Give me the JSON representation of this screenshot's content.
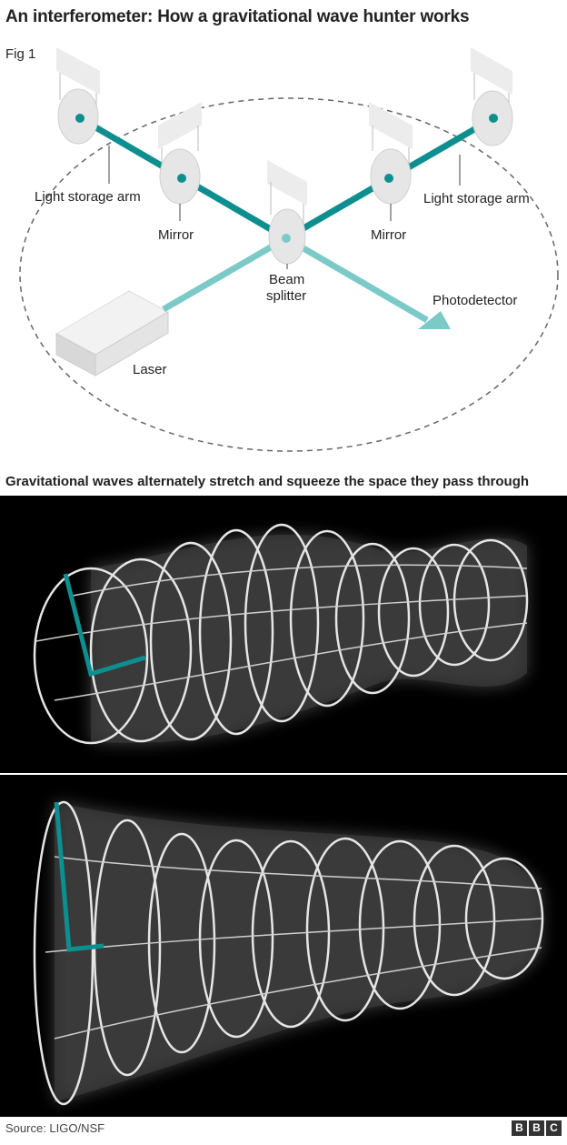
{
  "title": "An interferometer: How a gravitational wave hunter works",
  "fig_label": "Fig 1",
  "labels": {
    "light_storage_arm_left": "Light storage arm",
    "light_storage_arm_right": "Light storage arm",
    "mirror_left": "Mirror",
    "mirror_right": "Mirror",
    "beam_splitter_line1": "Beam",
    "beam_splitter_line2": "splitter",
    "photodetector": "Photodetector",
    "laser": "Laser"
  },
  "subtitle": "Gravitational waves alternately stretch and squeeze the space they pass through",
  "source": "Source: LIGO/NSF",
  "logo_letters": [
    "B",
    "B",
    "C"
  ],
  "colors": {
    "arm_beam": "#0d8f8f",
    "laser_beam": "#7ccac8",
    "wave_background": "#000000",
    "ring": "#e6e6e6"
  }
}
